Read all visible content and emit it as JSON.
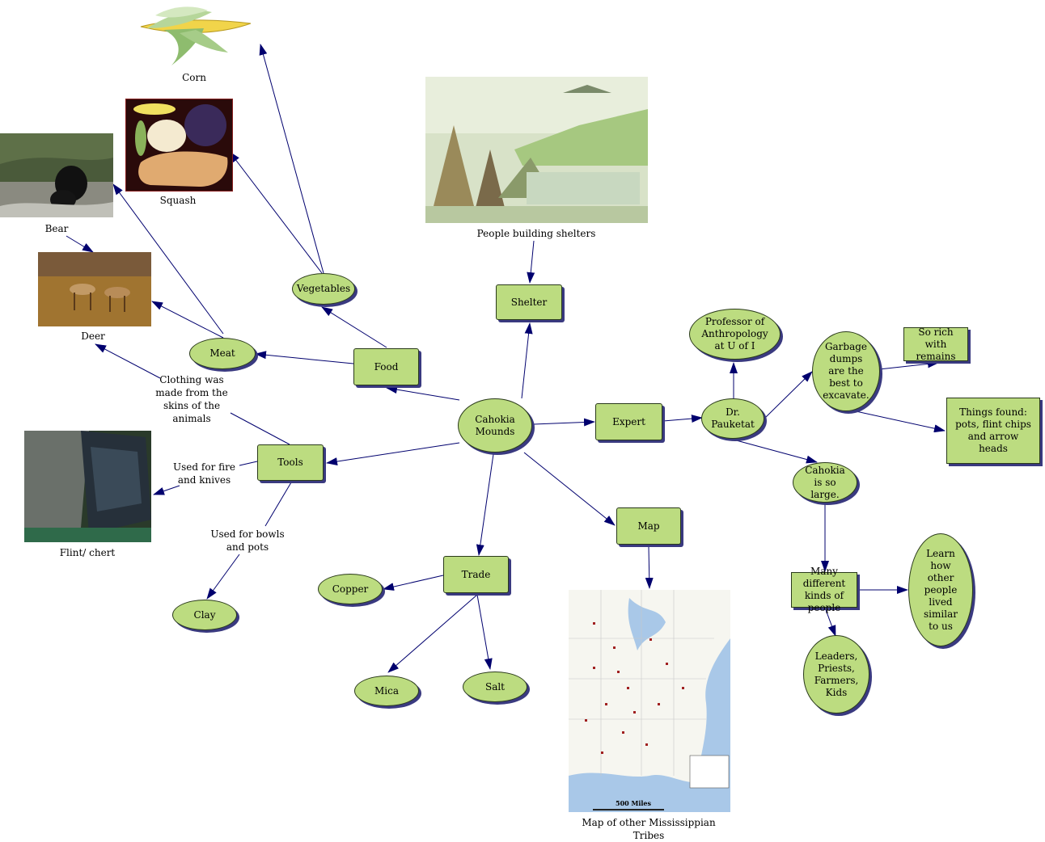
{
  "nodes": {
    "cahokia": "Cahokia Mounds",
    "food": "Food",
    "shelter": "Shelter",
    "expert": "Expert",
    "tools": "Tools",
    "trade": "Trade",
    "map": "Map",
    "meat": "Meat",
    "vegetables": "Vegetables",
    "clay": "Clay",
    "copper": "Copper",
    "mica": "Mica",
    "salt": "Salt",
    "pauketat": "Dr. Pauketat",
    "professor": "Professor of Anthropology at U of I",
    "garbage": "Garbage dumps are the best to excavate.",
    "rich": "So rich with remains",
    "things": "Things found: pots, flint chips and arrow heads",
    "large": "Cahokia is so large.",
    "kinds": "Many different kinds of people",
    "learn": "Learn how other people lived similar to us",
    "leaders": "Leaders, Priests, Farmers, Kids"
  },
  "labels": {
    "corn": "Corn",
    "squash": "Squash",
    "bear": "Bear",
    "deer": "Deer",
    "clothing": "Clothing was made from the skins of the animals",
    "fire": "Used for fire and knives",
    "bowls": "Used for bowls and pots",
    "flint": "Flint/ chert",
    "shelters": "People building shelters",
    "map_caption": "Map of other Mississippian Tribes",
    "scale": "500 Miles"
  },
  "colors": {
    "node_fill": "#bcdc80",
    "arrow": "#00006e"
  }
}
